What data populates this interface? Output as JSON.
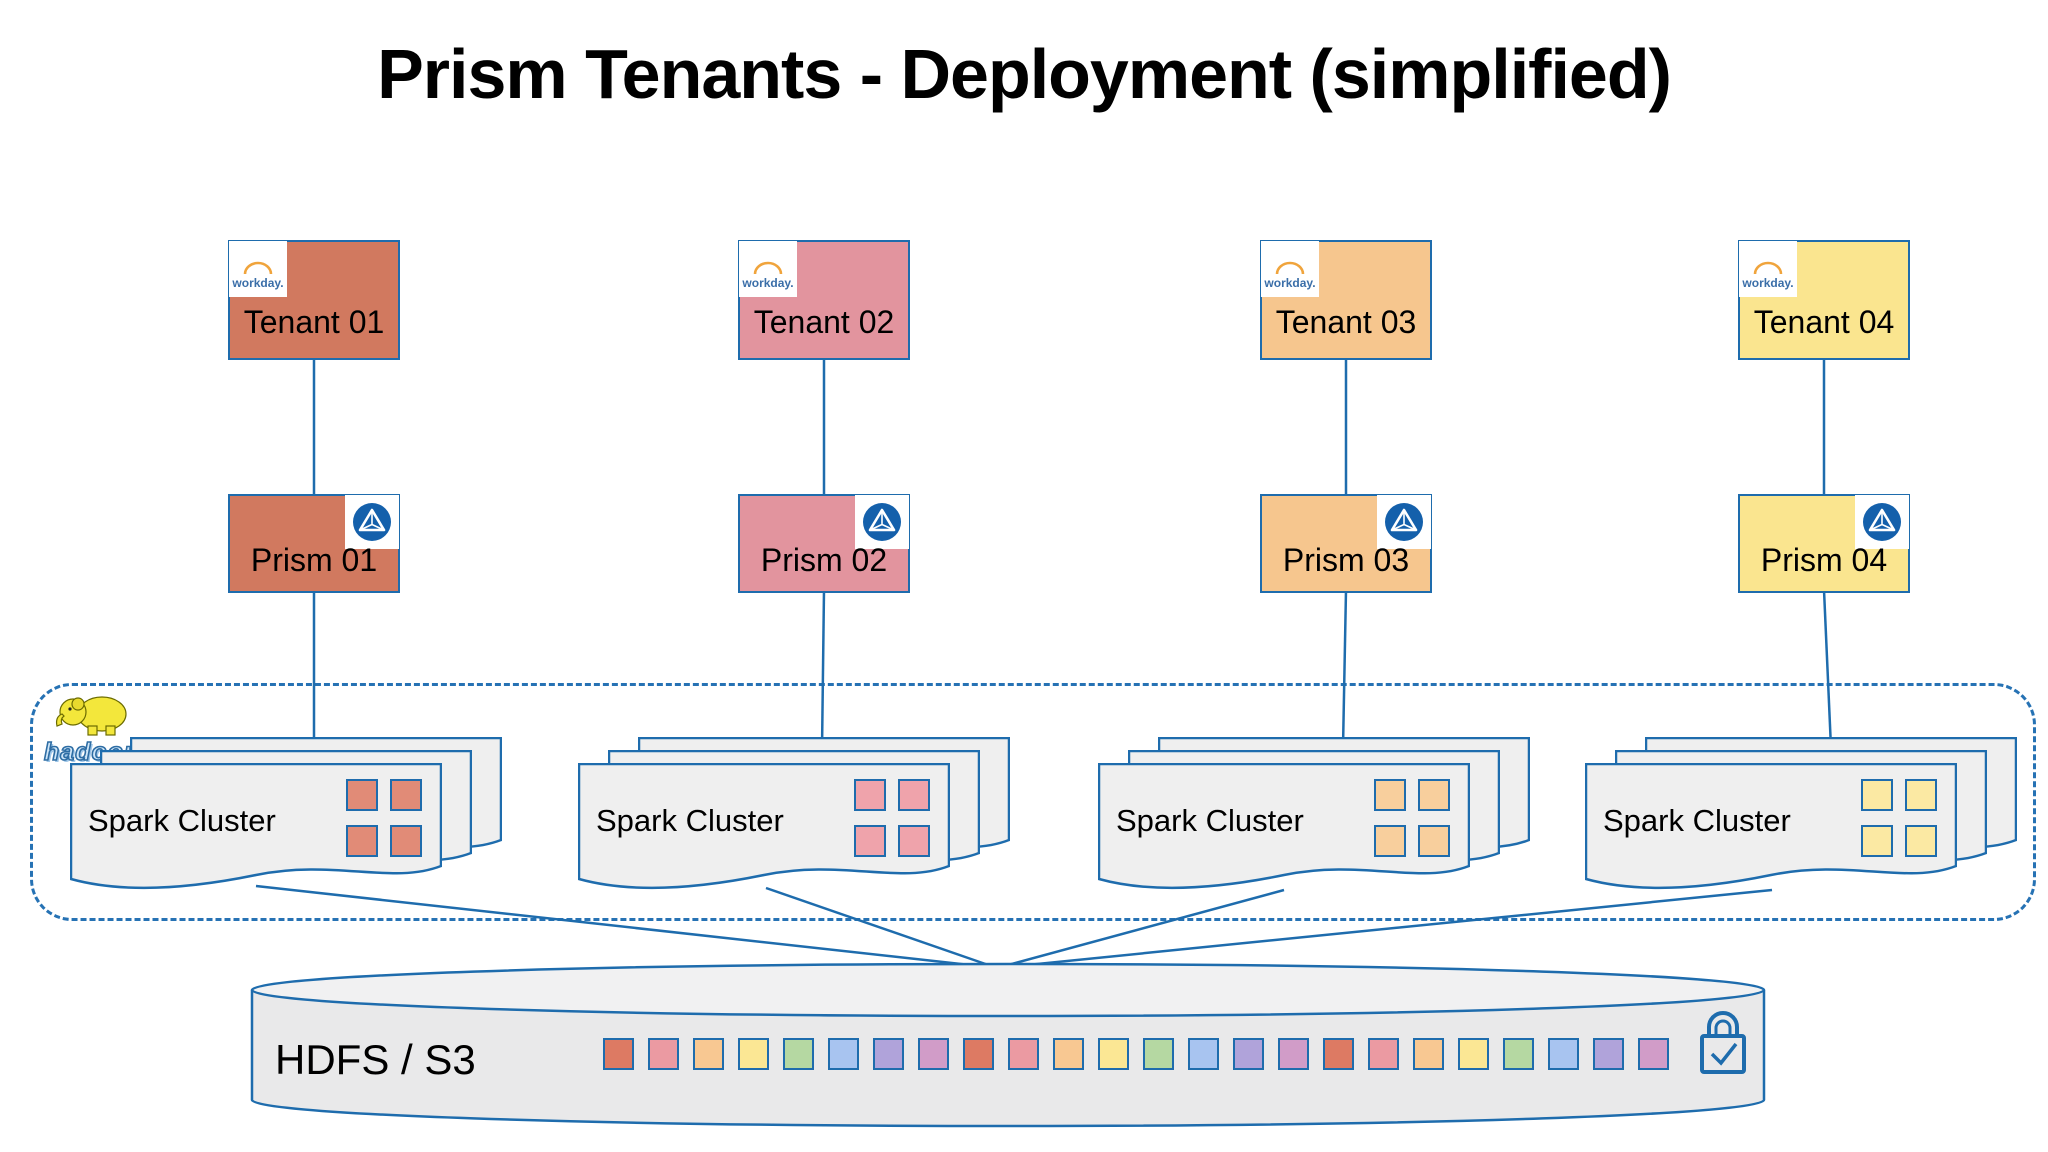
{
  "title": "Prism Tenants - Deployment (simplified)",
  "accent_color": "#1E6CAD",
  "workday_logo": {
    "text": "workday.",
    "arc_color": "#F0A43C",
    "text_color": "#3A6EA8"
  },
  "prism_icon": {
    "name": "prism-icon",
    "circle_color": "#1460AB"
  },
  "columns": [
    {
      "tenant_label": "Tenant 01",
      "prism_label": "Prism 01",
      "color": "#D1795F",
      "block_color": "#E18B77"
    },
    {
      "tenant_label": "Tenant 02",
      "prism_label": "Prism 02",
      "color": "#E2949E",
      "block_color": "#EFA3AB"
    },
    {
      "tenant_label": "Tenant 03",
      "prism_label": "Prism 03",
      "color": "#F6C68E",
      "block_color": "#F8CF9D"
    },
    {
      "tenant_label": "Tenant 04",
      "prism_label": "Prism 04",
      "color": "#FAE58F",
      "block_color": "#FBE9A3"
    }
  ],
  "hadoop_zone": {
    "logo_text": "hadoop",
    "cluster_label": "Spark Cluster",
    "cluster_count": 4
  },
  "storage": {
    "label": "HDFS / S3",
    "lock_icon": "lock-check-icon",
    "blocks": [
      "#DD7A63",
      "#EB9AA2",
      "#F8C892",
      "#FBE794",
      "#B5D8A2",
      "#A8C4F0",
      "#B0A3DA",
      "#D19CC8",
      "#DD7A63",
      "#EB9AA2",
      "#F8C892",
      "#FBE794",
      "#B5D8A2",
      "#A8C4F0",
      "#B0A3DA",
      "#D19CC8",
      "#DD7A63",
      "#EB9AA2",
      "#F8C892",
      "#FBE794",
      "#B5D8A2",
      "#A8C4F0",
      "#B0A3DA",
      "#D19CC8"
    ]
  }
}
